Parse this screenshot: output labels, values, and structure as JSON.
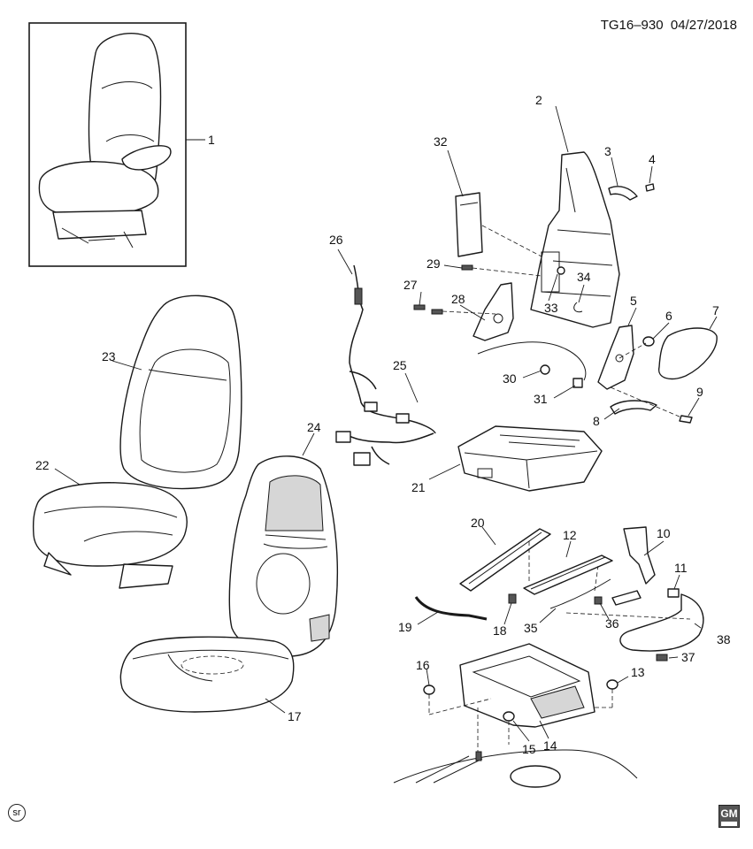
{
  "header": {
    "code": "TG16–930",
    "date": "04/27/2018"
  },
  "callouts": [
    "1",
    "2",
    "3",
    "4",
    "5",
    "6",
    "7",
    "8",
    "9",
    "10",
    "11",
    "12",
    "13",
    "14",
    "15",
    "16",
    "17",
    "18",
    "19",
    "20",
    "21",
    "22",
    "23",
    "24",
    "25",
    "26",
    "27",
    "28",
    "29",
    "30",
    "31",
    "32",
    "33",
    "34",
    "35",
    "36",
    "37",
    "38"
  ],
  "footer": {
    "sr_mark": "sr",
    "logo_text": "GM"
  }
}
